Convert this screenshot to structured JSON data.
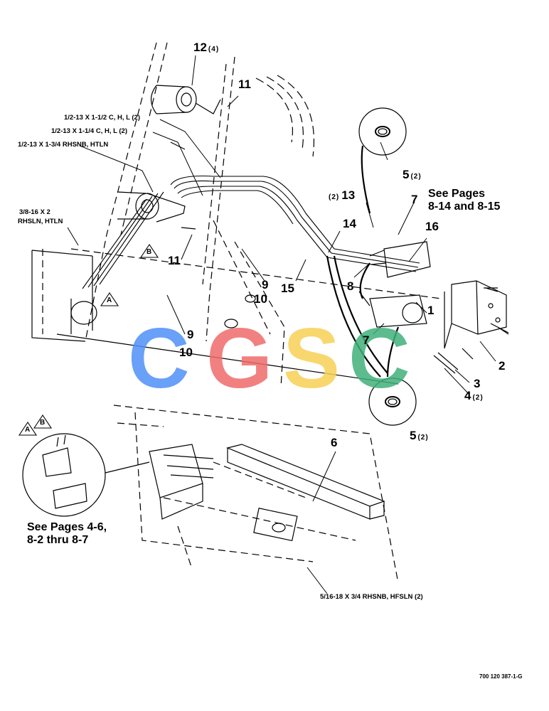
{
  "callouts": {
    "n12": "12",
    "n12_qty": "(4)",
    "n11_top": "11",
    "n11_mid": "11",
    "n5_top": "5",
    "n5_top_qty": "(2)",
    "n13_qty": "(2)",
    "n13": "13",
    "n7_top": "7",
    "n14": "14",
    "n16": "16",
    "n9_a": "9",
    "n10_a": "10",
    "n15": "15",
    "n8": "8",
    "n1": "1",
    "n7_low": "7",
    "n9_b": "9",
    "n10_b": "10",
    "n2": "2",
    "n3": "3",
    "n4": "4",
    "n4_qty": "(2)",
    "n5_low": "5",
    "n5_low_qty": "(2)",
    "n6": "6"
  },
  "fasteners": {
    "f1": "1/2-13 X 1-1/2 C, H, L (2)",
    "f2": "1/2-13 X 1-1/4 C, H, L (2)",
    "f3": "1/2-13 X 1-3/4 RHSNB, HTLN",
    "f4_line1": "3/8-16 X 2",
    "f4_line2": "RHSLN, HTLN",
    "f5": "5/16-18 X 3/4 RHSNB, HFSLN (2)"
  },
  "references": {
    "see_right_1": "See Pages",
    "see_right_2": "8-14 and 8-15",
    "see_left_1": "See Pages 4-6,",
    "see_left_2": "8-2 thru 8-7"
  },
  "detail_labels": {
    "a": "A",
    "b": "B"
  },
  "watermark": {
    "letters": [
      "C",
      "G",
      "S",
      "C"
    ],
    "colors": [
      "#4f8ff7",
      "#ef6b6b",
      "#f7d056",
      "#3fb07a"
    ]
  },
  "doc_id": "700 120 387-1-G"
}
